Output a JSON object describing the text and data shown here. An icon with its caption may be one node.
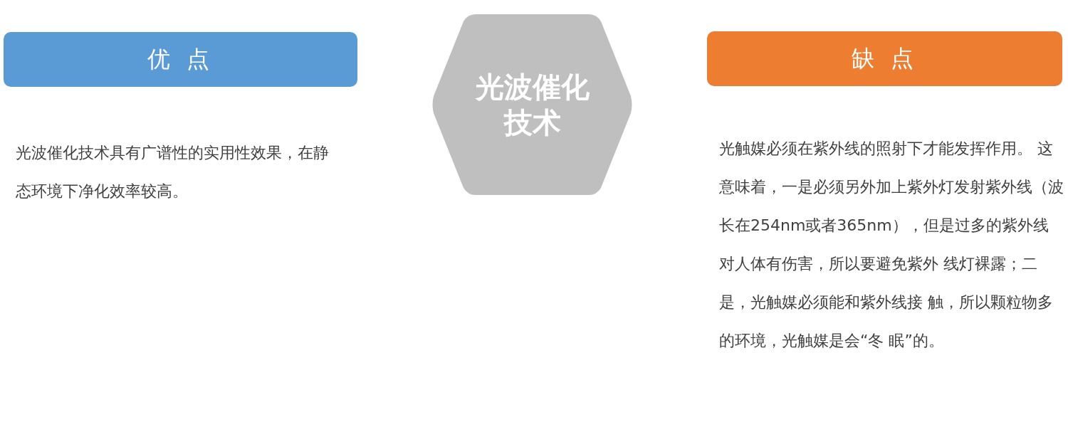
{
  "diagram": {
    "nodes": [
      {
        "text": [
          "优 点"
        ]
      },
      {
        "text": [
          "光波催化技术"
        ]
      },
      {
        "text": [
          "缺 点"
        ]
      }
    ],
    "labels": [
      "光波催化技术具有广谱性的实用性效果，在静态环境下净化效率较高。",
      "光触媒必须在紫外线的照射下才能发挥作用。 这意味着，一是必须另外加上紫外灯发射紫外线（波长在254nm或者365nm），但是过多的紫外线对人体有伤害，所以要避免紫外 线灯裸露；二是，光触媒必须能和紫外线接 触，所以颗粒物多的环境，光触媒是会“冬 眠”的。"
    ]
  }
}
